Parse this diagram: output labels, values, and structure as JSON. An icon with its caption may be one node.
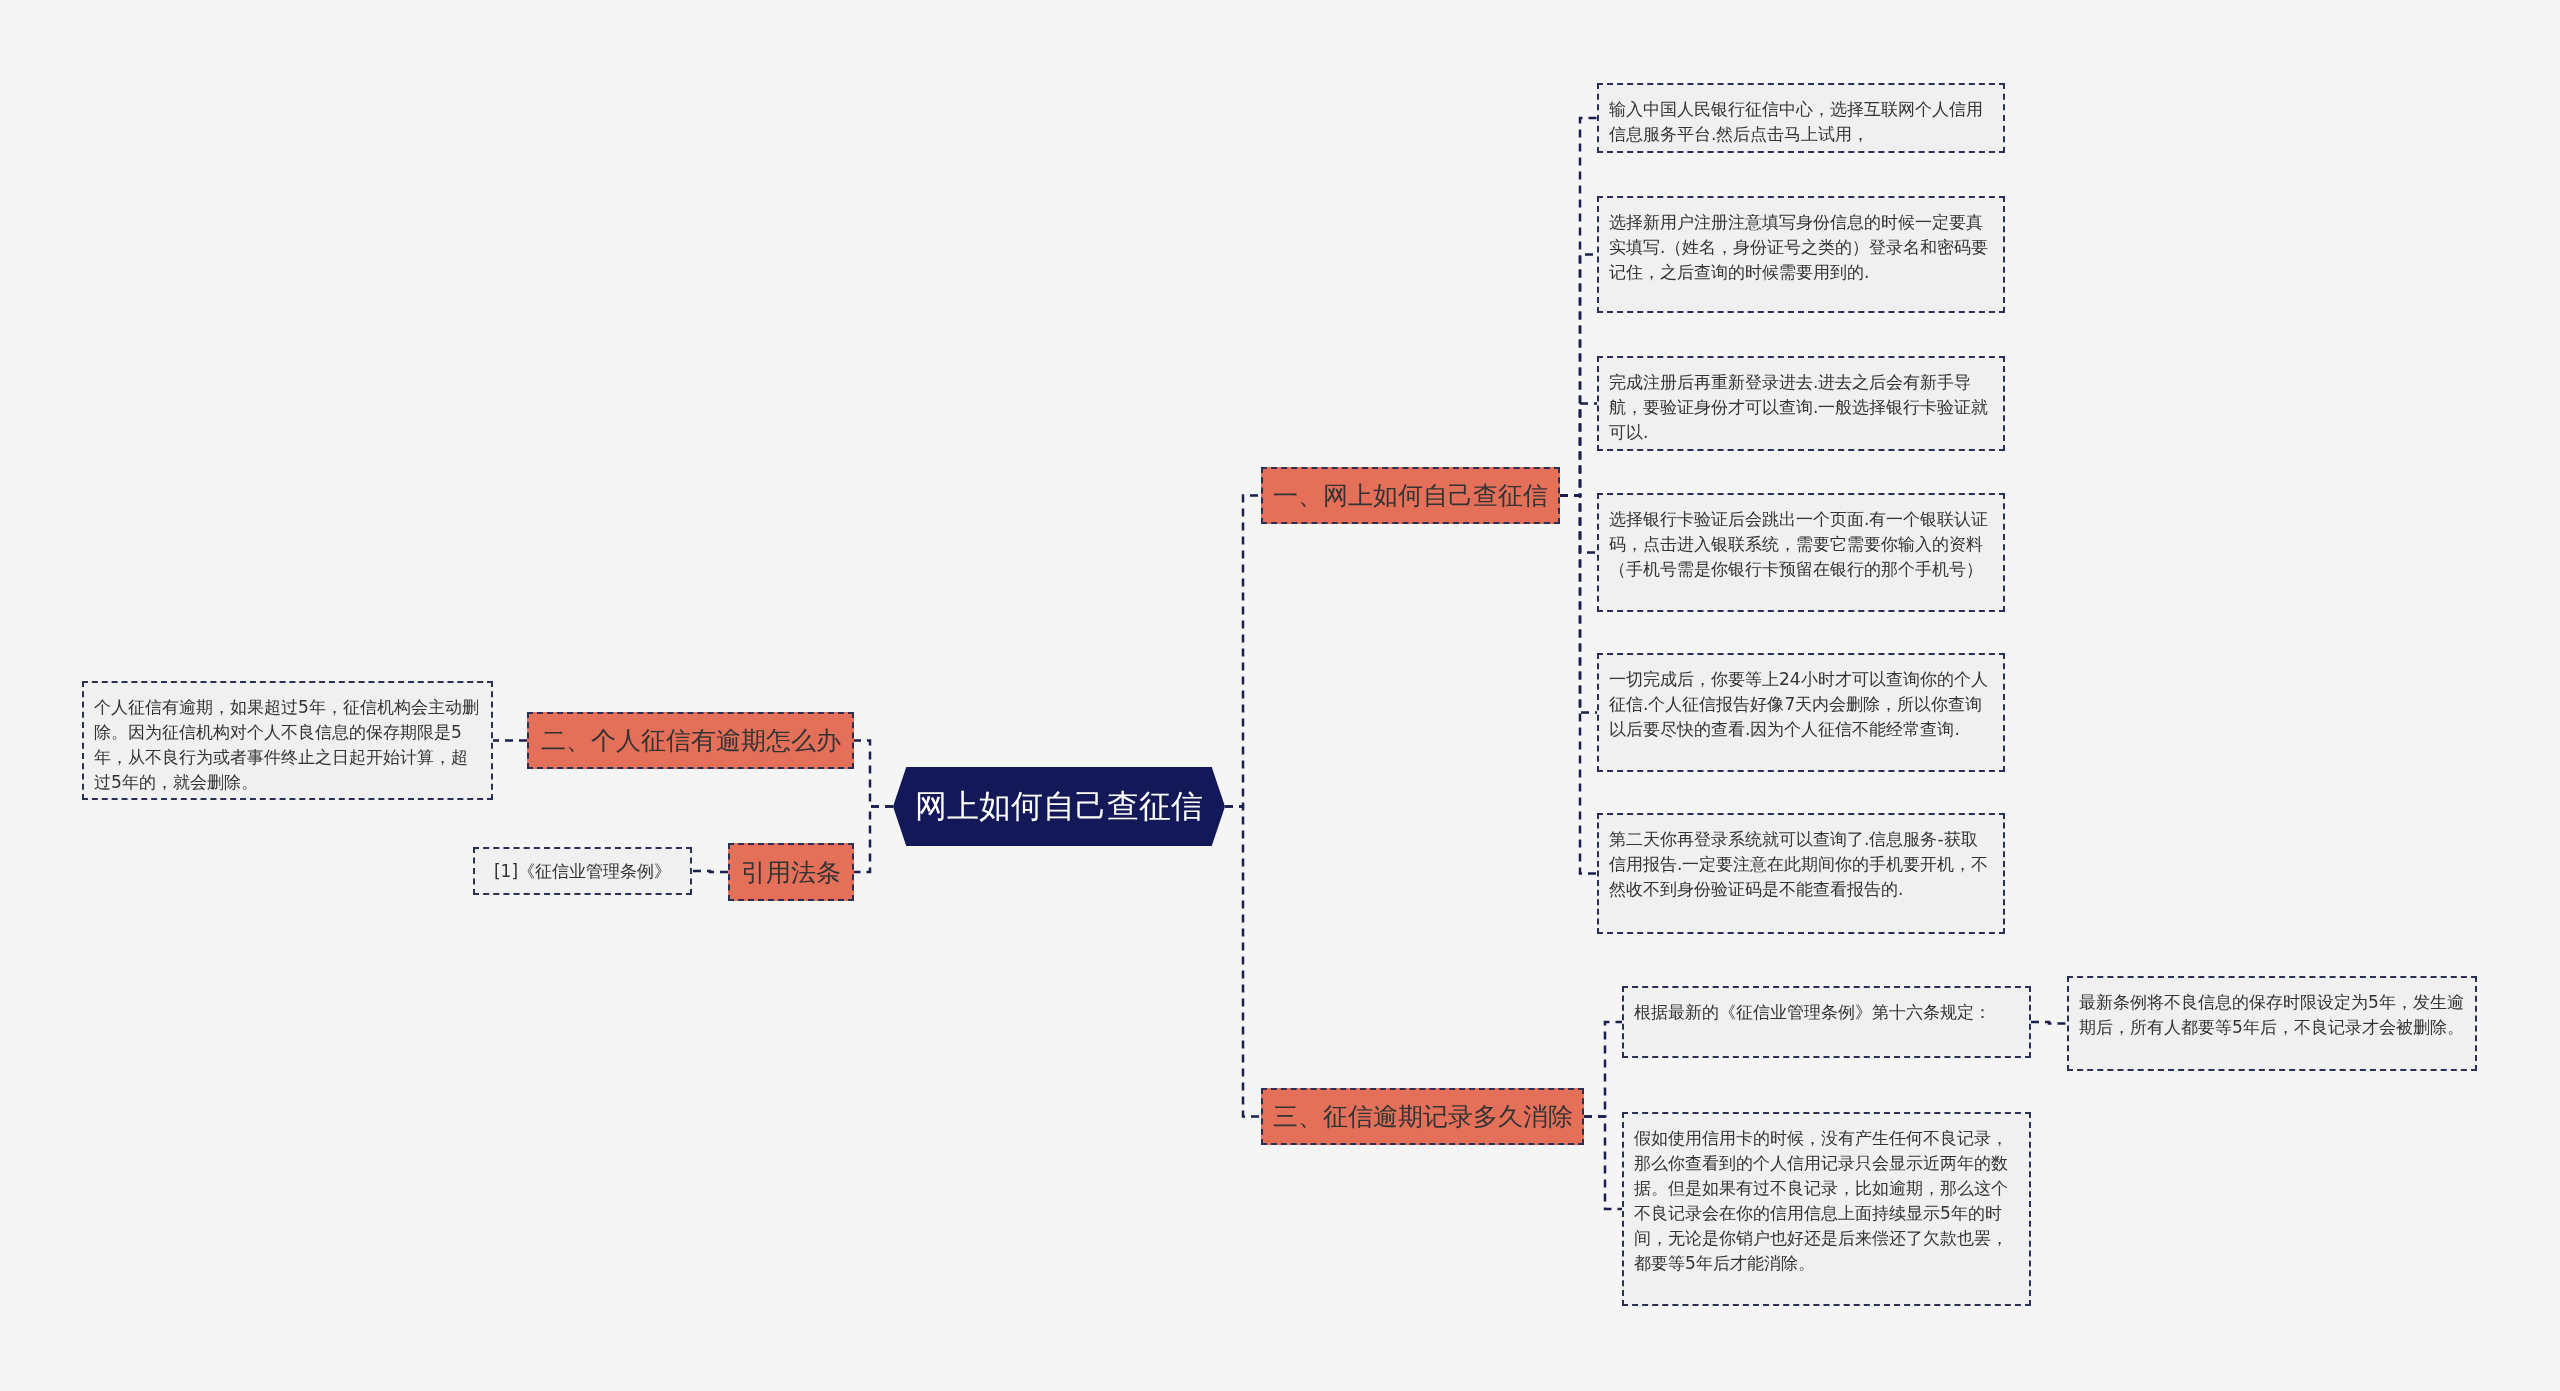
{
  "diagram": {
    "nodes": [
      {
        "text": [
          "网上如何自己查征信"
        ]
      },
      {
        "text": [
          "一、网上如何自己查征信"
        ]
      },
      {
        "text": [
          "输入中国人民银行征信中心，选择互联网个人信用信息服务平台.然后点击马上试用，"
        ]
      },
      {
        "text": [
          "选择新用户注册注意填写身份信息的时候一定要真实填写.（姓名，身份证号之类的）登录名和密码要记住，之后查询的时候需要用到的."
        ]
      },
      {
        "text": [
          "完成注册后再重新登录进去.进去之后会有新手导航，要验证身份才可以查询.一般选择银行卡验证就可以."
        ]
      },
      {
        "text": [
          "选择银行卡验证后会跳出一个页面.有一个银联认证码，点击进入银联系统，需要它需要你输入的资料（手机号需是你银行卡预留在银行的那个手机号）"
        ]
      },
      {
        "text": [
          "一切完成后，你要等上24小时才可以查询你的个人征信.个人征信报告好像7天内会删除，所以你查询以后要尽快的查看.因为个人征信不能经常查询."
        ]
      },
      {
        "text": [
          "第二天你再登录系统就可以查询了.信息服务-获取信用报告.一定要注意在此期间你的手机要开机，不然收不到身份验证码是不能查看报告的."
        ]
      },
      {
        "text": [
          "三、征信逾期记录多久消除"
        ]
      },
      {
        "text": [
          "根据最新的《征信业管理条例》第十六条规定："
        ]
      },
      {
        "text": [
          "最新条例将不良信息的保存时限设定为5年，发生逾期后，所有人都要等5年后，不良记录才会被删除。"
        ]
      },
      {
        "text": [
          "假如使用信用卡的时候，没有产生任何不良记录，那么你查看到的个人信用记录只会显示近两年的数据。但是如果有过不良记录，比如逾期，那么这个不良记录会在你的信用信息上面持续显示5年的时间，无论是你销户也好还是后来偿还了欠款也罢，都要等5年后才能消除。"
        ]
      },
      {
        "text": [
          "二、个人征信有逾期怎么办"
        ]
      },
      {
        "text": [
          "个人征信有逾期，如果超过5年，征信机构会主动删除。因为征信机构对个人不良信息的保存期限是5年，从不良行为或者事件终止之日起开始计算，超过5年的，就会删除。"
        ]
      },
      {
        "text": [
          "引用法条"
        ]
      },
      {
        "text": [
          "[1]《征信业管理条例》"
        ]
      }
    ],
    "edges": [
      {
        "from": 0,
        "to": 1,
        "arrow": "none"
      },
      {
        "from": 1,
        "to": 2,
        "arrow": "none"
      },
      {
        "from": 1,
        "to": 3,
        "arrow": "none"
      },
      {
        "from": 1,
        "to": 4,
        "arrow": "none"
      },
      {
        "from": 1,
        "to": 5,
        "arrow": "none"
      },
      {
        "from": 1,
        "to": 6,
        "arrow": "none"
      },
      {
        "from": 1,
        "to": 7,
        "arrow": "none"
      },
      {
        "from": 0,
        "to": 8,
        "arrow": "none"
      },
      {
        "from": 8,
        "to": 9,
        "arrow": "none"
      },
      {
        "from": 9,
        "to": 10,
        "arrow": "none"
      },
      {
        "from": 8,
        "to": 11,
        "arrow": "none"
      },
      {
        "from": 0,
        "to": 12,
        "arrow": "none"
      },
      {
        "from": 12,
        "to": 13,
        "arrow": "none"
      },
      {
        "from": 0,
        "to": 14,
        "arrow": "none"
      },
      {
        "from": 14,
        "to": 15,
        "arrow": "none"
      }
    ]
  }
}
